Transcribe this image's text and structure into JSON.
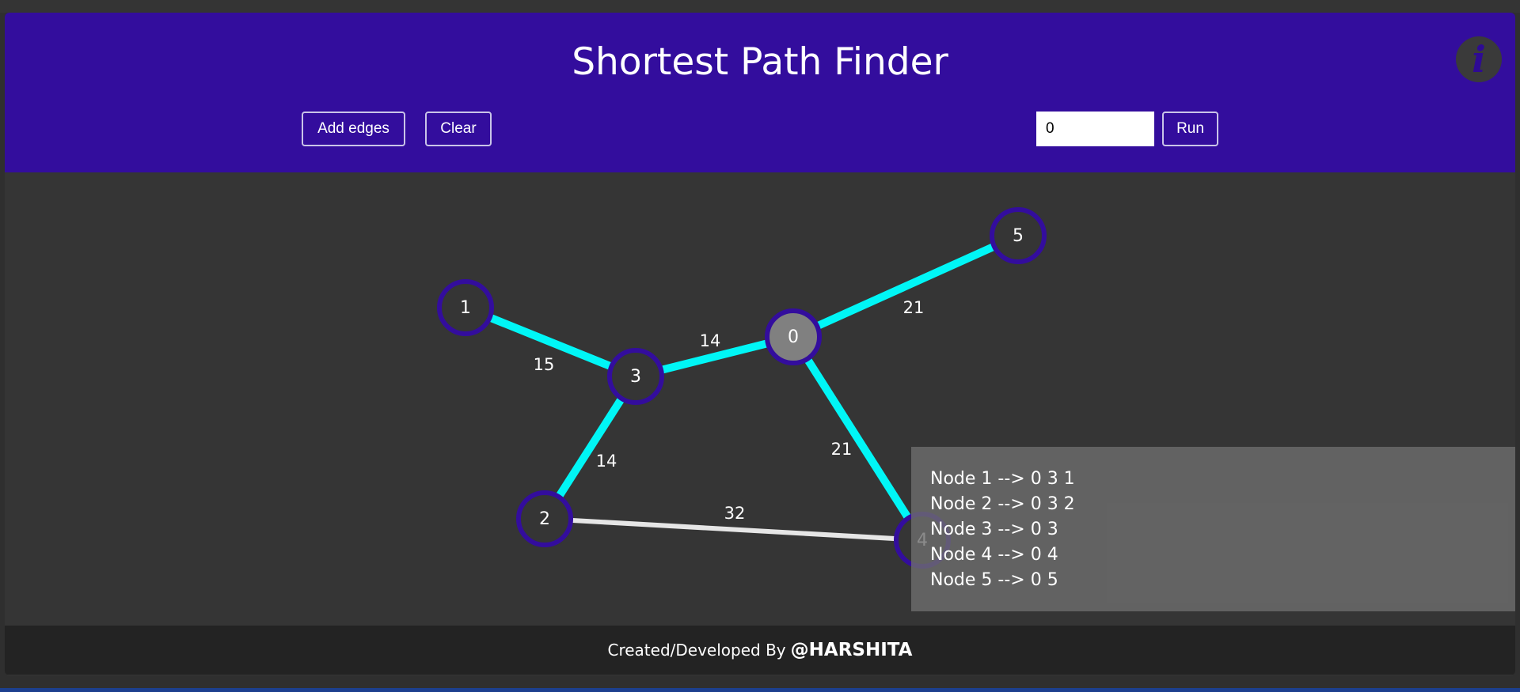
{
  "header": {
    "title": "Shortest Path Finder",
    "buttons": {
      "add_edges": "Add edges",
      "clear": "Clear",
      "run": "Run"
    },
    "source_value": "0",
    "info_glyph": "i"
  },
  "graph": {
    "nodes": [
      {
        "id": "0",
        "highlight": "#808080"
      },
      {
        "id": "1"
      },
      {
        "id": "2"
      },
      {
        "id": "3"
      },
      {
        "id": "4"
      },
      {
        "id": "5"
      }
    ],
    "edges": [
      {
        "from": "0",
        "to": "3",
        "weight": "14",
        "in_path": true
      },
      {
        "from": "0",
        "to": "5",
        "weight": "21",
        "in_path": true
      },
      {
        "from": "0",
        "to": "4",
        "weight": "21",
        "in_path": true
      },
      {
        "from": "3",
        "to": "1",
        "weight": "15",
        "in_path": true
      },
      {
        "from": "3",
        "to": "2",
        "weight": "14",
        "in_path": true
      },
      {
        "from": "2",
        "to": "4",
        "weight": "32",
        "in_path": false
      }
    ],
    "colors": {
      "path": "#00f6f6",
      "edge": "#e6e6e6",
      "node_ring": "#330d9d",
      "background": "#353535"
    }
  },
  "results": [
    "Node 1 --> 0 3 1",
    "Node 2 --> 0 3 2",
    "Node 3 --> 0 3",
    "Node 4 --> 0 4",
    "Node 5 --> 0 5"
  ],
  "footer": {
    "text": "Created/Developed By",
    "author": "@HARSHITA"
  }
}
